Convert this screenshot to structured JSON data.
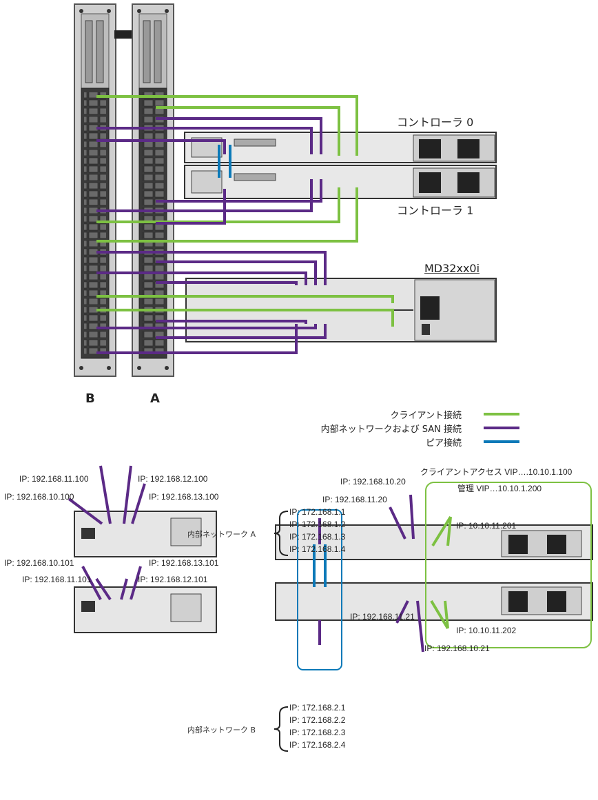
{
  "switches": {
    "b_label": "B",
    "a_label": "A"
  },
  "controllers": {
    "c0_label": "コントローラ 0",
    "c1_label": "コントローラ 1",
    "storage_label": "MD32xx0i"
  },
  "legend": [
    {
      "label": "クライアント接続",
      "color": "#7dc142"
    },
    {
      "label": "内部ネットワークおよび SAN 接続",
      "color": "#5b2a86"
    },
    {
      "label": "ピア接続",
      "color": "#0b79b8"
    }
  ],
  "storage_ips": {
    "top_left_1": "IP: 192.168.11.100",
    "top_left_2": "IP: 192.168.10.100",
    "top_right_1": "IP: 192.168.12.100",
    "top_right_2": "IP: 192.168.13.100",
    "bot_left_1": "IP: 192.168.10.101",
    "bot_left_2": "IP: 192.168.11.101",
    "bot_right_1": "IP: 192.168.13.101",
    "bot_right_2": "IP: 192.168.12.101"
  },
  "server_ips": {
    "client_vip": "クライアントアクセス VIP….10.10.1.100",
    "mgmt_vip": "管理 VIP…10.10.1.200",
    "ip_10_20": "IP: 192.168.10.20",
    "ip_11_20": "IP: 192.168.11.20",
    "ip_11_201": "IP: 10.10.11.201",
    "ip_11_202": "IP: 10.10.11.202",
    "ip_11_21": "IP: 192.168.11.21",
    "ip_10_21": "IP: 192.168.10.21"
  },
  "internal_a": {
    "label": "内部ネットワーク A",
    "ips": [
      "IP: 172.168.1.1",
      "IP: 172.168.1.2",
      "IP: 172.168.1.3",
      "IP: 172.168.1.4"
    ]
  },
  "internal_b": {
    "label": "内部ネットワーク B",
    "ips": [
      "IP: 172.168.2.1",
      "IP: 172.168.2.2",
      "IP: 172.168.2.3",
      "IP: 172.168.2.4"
    ]
  }
}
